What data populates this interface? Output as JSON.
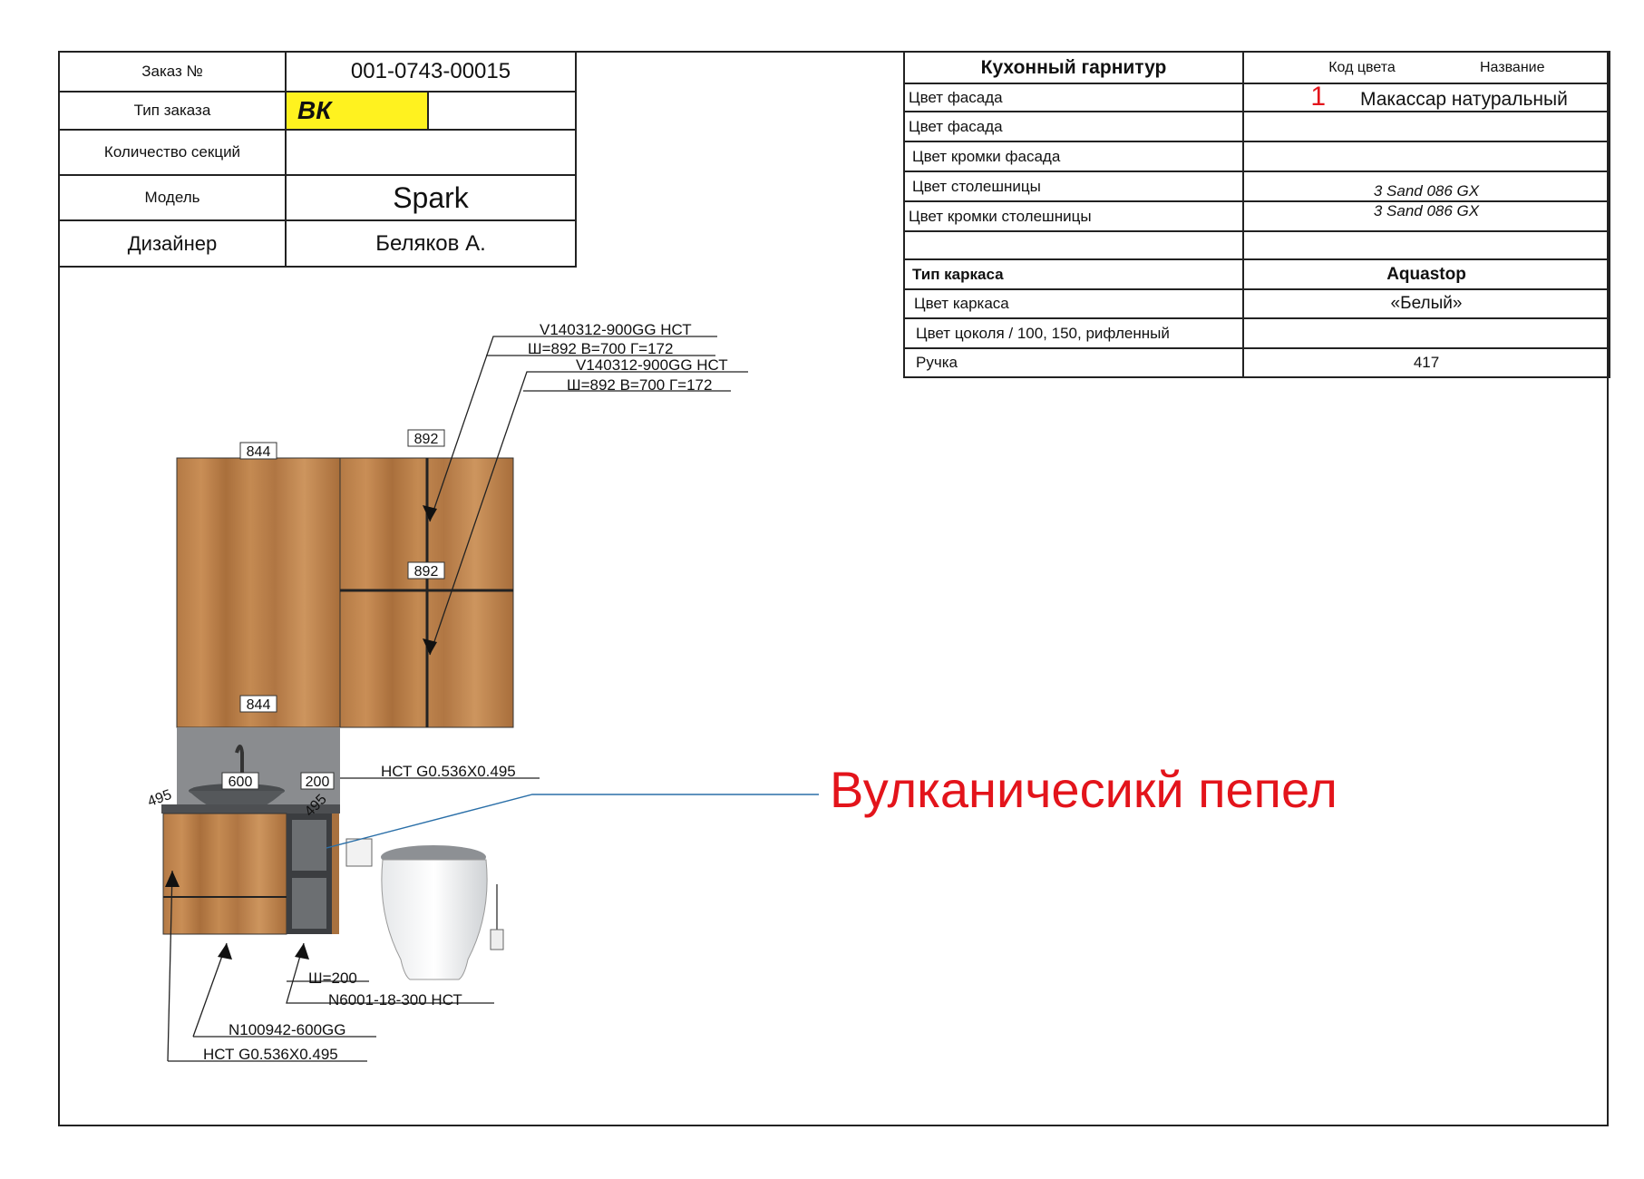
{
  "order_table": {
    "order_no_label": "Заказ №",
    "order_no": "001-0743-00015",
    "order_type_label": "Тип заказа",
    "order_type": "ВК",
    "sections_label": "Количество секций",
    "sections": "",
    "model_label": "Модель",
    "model": "Spark",
    "designer_label": "Дизайнер",
    "designer": "Беляков А."
  },
  "spec_table": {
    "header": "Кухонный гарнитур",
    "col_code": "Код цвета",
    "col_name": "Название",
    "rows": [
      {
        "label": "Цвет фасада",
        "code": "1",
        "value": "Макассар натуральный"
      },
      {
        "label": "Цвет фасада",
        "value": ""
      },
      {
        "label": "Цвет кромки фасада",
        "value": ""
      },
      {
        "label": "Цвет столешницы",
        "value": "3 Sand 086 GX"
      },
      {
        "label": "Цвет кромки столешницы",
        "value": "3 Sand 086 GX"
      },
      {
        "label": "",
        "value": ""
      },
      {
        "label": "Тип каркаса",
        "value": "Aquastop"
      },
      {
        "label": "Цвет каркаса",
        "value": "«Белый»"
      },
      {
        "label": "Цвет цоколя / 100, 150, рифленный",
        "value": ""
      },
      {
        "label": "Ручка",
        "value": "417"
      }
    ]
  },
  "drawing": {
    "callout_1_code": "V140312-900GG НСТ",
    "callout_1_dims": "Ш=892 В=700 Г=172",
    "callout_2_code": "V140312-900GG НСТ",
    "callout_2_dims": "Ш=892 В=700 Г=172",
    "dim_tall_top": "844",
    "dim_tall_bottom": "844",
    "dim_wall_top": "892",
    "dim_wall_mid": "892",
    "dim_sink": "600",
    "dim_shelf": "200",
    "dim_depth_left": "495",
    "dim_depth_right": "495",
    "callout_top_counter": "НСТ G0.536X0.495",
    "callout_shelf_width": "Ш=200",
    "callout_shelf_code": "N6001-18-300 НСТ",
    "callout_vanity_code": "N100942-600GG",
    "callout_bottom_counter": "НСТ G0.536X0.495",
    "color_note": "Вулканичесикй пепел",
    "note_color": "#e3141b",
    "wood_color": "#b47a45",
    "yellow": "#fff21f"
  }
}
